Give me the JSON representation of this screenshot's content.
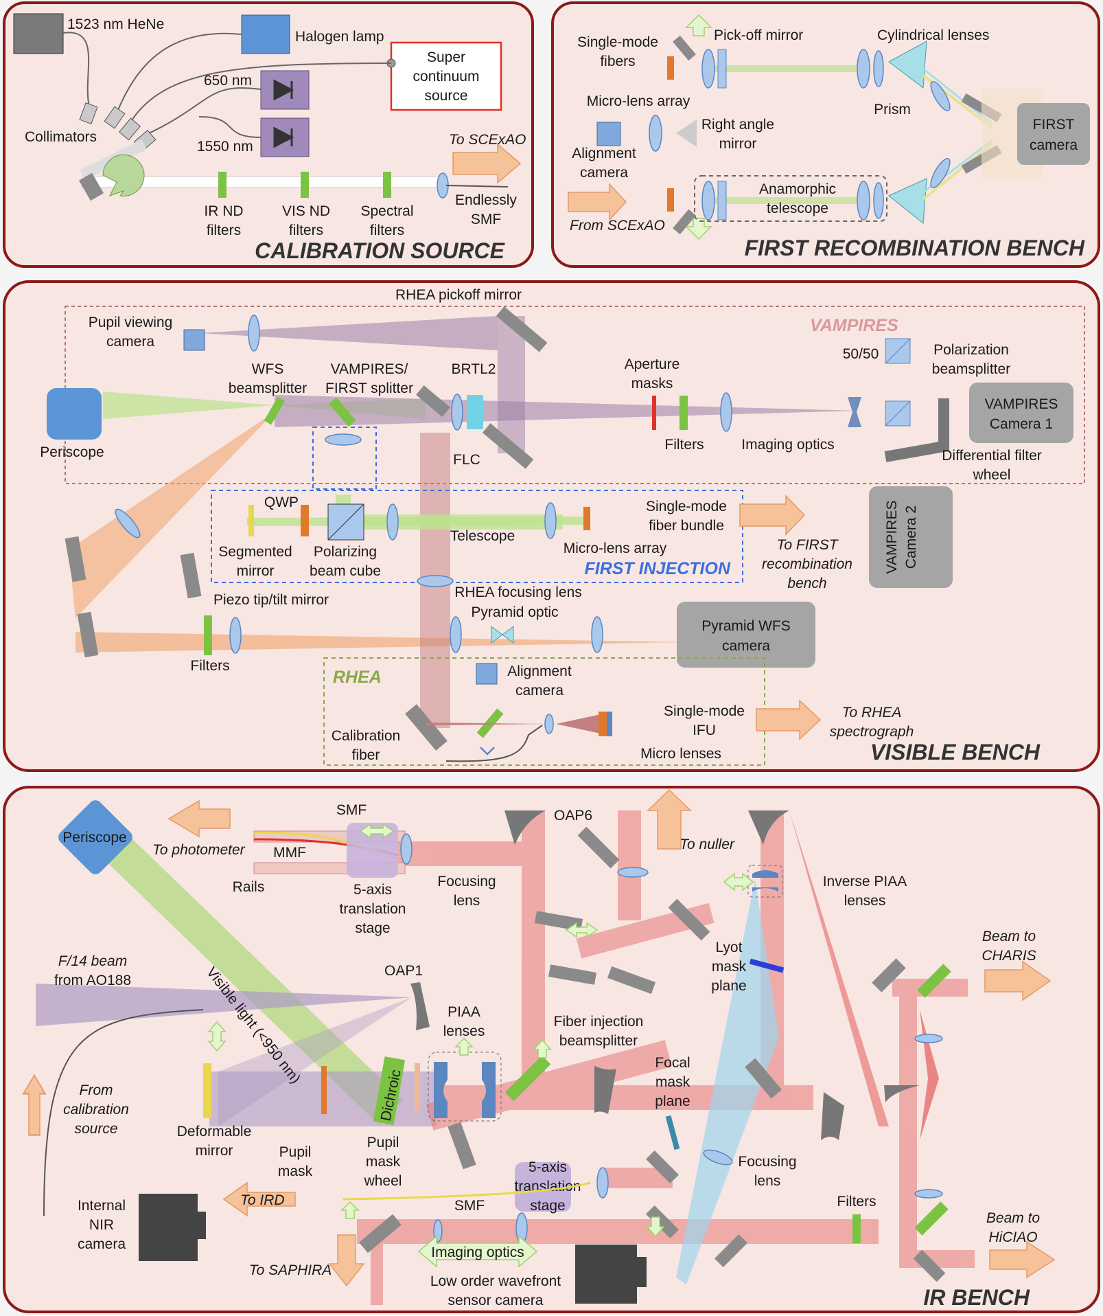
{
  "panels": {
    "calibration": {
      "title": "CALIBRATION SOURCE",
      "hene": "1523 nm HeNe",
      "halogen": "Halogen lamp",
      "supercontinuum": [
        "Super",
        "continuum",
        "source"
      ],
      "nm650": "650 nm",
      "nm1550": "1550 nm",
      "collimators": "Collimators",
      "to_scexao": "To SCExAO",
      "ir_nd": [
        "IR ND",
        "filters"
      ],
      "vis_nd": [
        "VIS ND",
        "filters"
      ],
      "spectral": [
        "Spectral",
        "filters"
      ],
      "endlessly": [
        "Endlessly",
        "SMF"
      ]
    },
    "first": {
      "title": "FIRST RECOMBINATION BENCH",
      "smf": [
        "Single-mode",
        "fibers"
      ],
      "pickoff": "Pick-off mirror",
      "cyl": "Cylindrical lenses",
      "mla": "Micro-lens array",
      "prism": "Prism",
      "first_cam": [
        "FIRST",
        "camera"
      ],
      "right_angle": [
        "Right angle",
        "mirror"
      ],
      "align_cam": [
        "Alignment",
        "camera"
      ],
      "anamorphic": [
        "Anamorphic",
        "telescope"
      ],
      "from_scexao": "From SCExAO"
    },
    "visible": {
      "title": "VISIBLE BENCH",
      "rhea_pickoff": "RHEA pickoff mirror",
      "vampires": "VAMPIRES",
      "pupil_cam": [
        "Pupil viewing",
        "camera"
      ],
      "wfs_bs": [
        "WFS",
        "beamsplitter"
      ],
      "vamp_first": [
        "VAMPIRES/",
        "FIRST splitter"
      ],
      "brtl2": "BRTL2",
      "aperture": [
        "Aperture",
        "masks"
      ],
      "fifty": "50/50",
      "pol_bs": [
        "Polarization",
        "beamsplitter"
      ],
      "vamp_cam1": [
        "VAMPIRES",
        "Camera 1"
      ],
      "periscope": "Periscope",
      "flc": "FLC",
      "filters": "Filters",
      "imaging": "Imaging optics",
      "diff_filter": [
        "Differential filter",
        "wheel"
      ],
      "qwp": "QWP",
      "seg_mirror": [
        "Segmented",
        "mirror"
      ],
      "pol_cube": [
        "Polarizing",
        "beam cube"
      ],
      "telescope": "Telescope",
      "smf_bundle": [
        "Single-mode",
        "fiber bundle"
      ],
      "mla": "Micro-lens array",
      "first_injection": "FIRST INJECTION",
      "to_first": [
        "To FIRST",
        "recombination",
        "bench"
      ],
      "vamp_cam2": [
        "VAMPIRES",
        "Camera 2"
      ],
      "piezo": "Piezo tip/tilt mirror",
      "rhea_focus": "RHEA focusing lens",
      "pyramid": "Pyramid optic",
      "pyr_cam": [
        "Pyramid WFS",
        "camera"
      ],
      "filters2": "Filters",
      "rhea": "RHEA",
      "align_cam": [
        "Alignment",
        "camera"
      ],
      "sm_ifu": [
        "Single-mode",
        "IFU"
      ],
      "to_rhea": [
        "To RHEA",
        "spectrograph"
      ],
      "cal_fiber": [
        "Calibration",
        "fiber"
      ],
      "micro_lenses": "Micro lenses"
    },
    "ir": {
      "title": "IR BENCH",
      "periscope": "Periscope",
      "to_photometer": "To photometer",
      "smf": "SMF",
      "mmf": "MMF",
      "rails": "Rails",
      "stage5": [
        "5-axis",
        "translation",
        "stage"
      ],
      "focus_lens": [
        "Focusing",
        "lens"
      ],
      "oap6": "OAP6",
      "to_nuller": "To nuller",
      "inv_piaa": [
        "Inverse PIAA",
        "lenses"
      ],
      "visible_light": "Visible light (<950 nm)",
      "lyot": [
        "Lyot",
        "mask",
        "plane"
      ],
      "beam_charis": [
        "Beam to",
        "CHARIS"
      ],
      "f14": [
        "F/14 beam",
        "from AO188"
      ],
      "oap1": "OAP1",
      "piaa": [
        "PIAA",
        "lenses"
      ],
      "fiber_inj": [
        "Fiber injection",
        "beamsplitter"
      ],
      "focal_mask": [
        "Focal",
        "mask",
        "plane"
      ],
      "from_cal": [
        "From",
        "calibration",
        "source"
      ],
      "dichroic": "Dichroic",
      "def_mirror": [
        "Deformable",
        "mirror"
      ],
      "pupil_mask": [
        "Pupil",
        "mask"
      ],
      "pupil_wheel": [
        "Pupil",
        "mask",
        "wheel"
      ],
      "focus_lens2": [
        "Focusing",
        "lens"
      ],
      "stage5b": [
        "5-axis",
        "translation",
        "stage"
      ],
      "internal_nir": [
        "Internal",
        "NIR",
        "camera"
      ],
      "to_ird": "To IRD",
      "smf2": "SMF",
      "filters": "Filters",
      "beam_hiciao": [
        "Beam to",
        "HiCIAO"
      ],
      "imaging_optics": "Imaging optics",
      "to_saphira": "To SAPHIRA",
      "lowfs": [
        "Low order wavefront",
        "sensor camera"
      ]
    }
  }
}
